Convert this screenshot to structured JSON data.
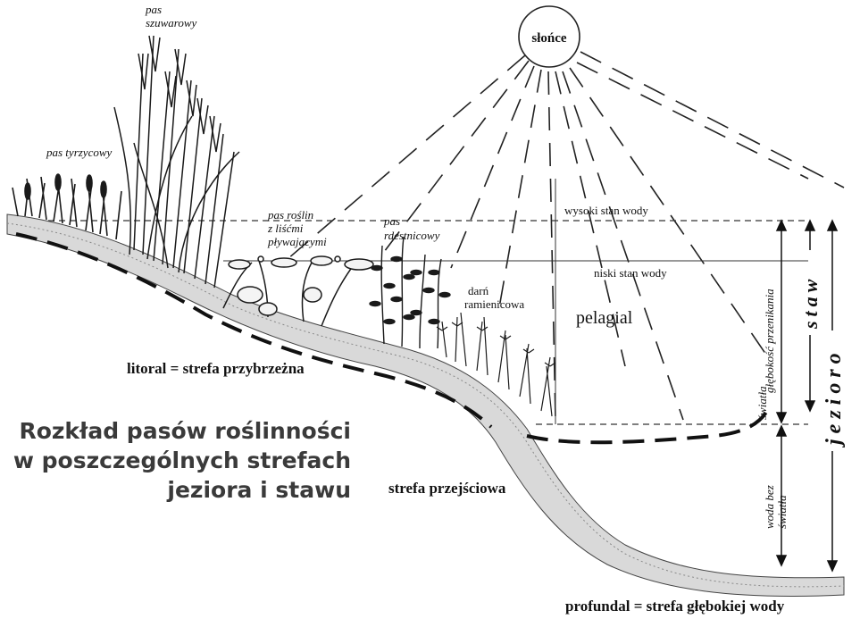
{
  "sun": {
    "label": "słońce"
  },
  "labels": {
    "pas_tyrzycowy": "pas tyrzycowy",
    "pas_szuwarowy_1": "pas",
    "pas_szuwarowy_2": "szuwarowy",
    "pas_roslin_1": "pas roślin",
    "pas_roslin_2": "z liśćmi",
    "pas_roslin_3": "pływającymi",
    "pas_rdestnicowy_1": "pas",
    "pas_rdestnicowy_2": "rdestnicowy",
    "darn_1": "darń",
    "darn_2": "ramienicowa",
    "wysoki_stan": "wysoki stan wody",
    "niski_stan": "niski stan wody",
    "pelagial": "pelagial",
    "litoral": "litoral = strefa przybrzeżna",
    "strefa_przejsciowa": "strefa przejściowa",
    "profundal": "profundal = strefa głębokiej wody",
    "glebokosc_1": "głębokość przenikania",
    "glebokosc_2": "światła",
    "woda_bez_1": "woda bez",
    "woda_bez_2": "światła",
    "staw": "staw",
    "jezioro": "jezioro"
  },
  "caption": {
    "line1": "Rozkład pasów  roślinności",
    "line2": "w poszczególnych strefach",
    "line3": "jeziora i stawu"
  }
}
